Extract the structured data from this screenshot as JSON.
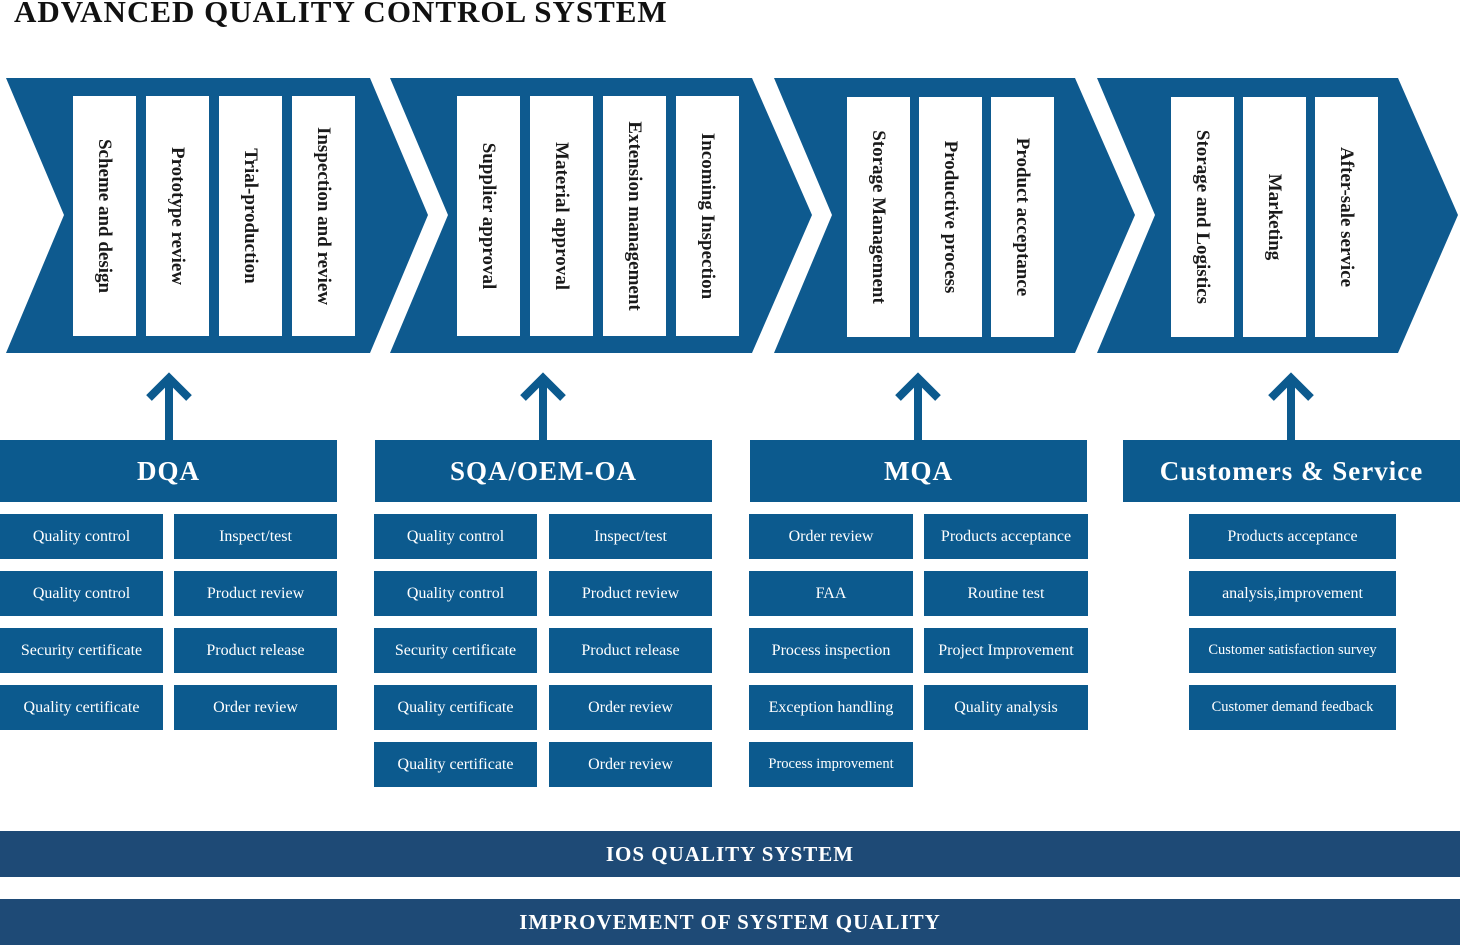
{
  "title": "ADVANCED QUALITY CONTROL SYSTEM",
  "colors": {
    "chevron": "#0e5a8f",
    "box": "#0c5a8e",
    "bar": "#1e4a76",
    "card": "#ffffff"
  },
  "stages": [
    {
      "steps": [
        "Scheme and design",
        "Prototype review",
        "Trial-production",
        "Inspection and review"
      ]
    },
    {
      "steps": [
        "Supplier approval",
        "Material approval",
        "Extension management",
        "Incoming Inspection"
      ]
    },
    {
      "steps": [
        "Storage Management",
        "Productive process",
        "Product acceptance"
      ]
    },
    {
      "steps": [
        "Storage and Logistics",
        "Marketing",
        "After-sale service"
      ]
    }
  ],
  "groups": [
    {
      "heading": "DQA",
      "items": [
        "Quality control",
        "Inspect/test",
        "Quality control",
        "Product review",
        "Security certificate",
        "Product release",
        "Quality certificate",
        "Order review"
      ]
    },
    {
      "heading": "SQA/OEM-OA",
      "items": [
        "Quality control",
        "Inspect/test",
        "Quality control",
        "Product review",
        "Security certificate",
        "Product release",
        "Quality certificate",
        "Order review",
        "Quality certificate",
        "Order review"
      ]
    },
    {
      "heading": "MQA",
      "items": [
        "Order review",
        "Products acceptance",
        "FAA",
        "Routine test",
        "Process inspection",
        "Project Improvement",
        "Exception handling",
        "Quality analysis",
        "Process improvement"
      ]
    },
    {
      "heading": "Customers & Service",
      "items": [
        "Products acceptance",
        "analysis,improvement",
        "Customer satisfaction survey",
        "Customer demand feedback"
      ]
    }
  ],
  "bars": [
    "IOS QUALITY SYSTEM",
    "IMPROVEMENT OF SYSTEM QUALITY"
  ]
}
